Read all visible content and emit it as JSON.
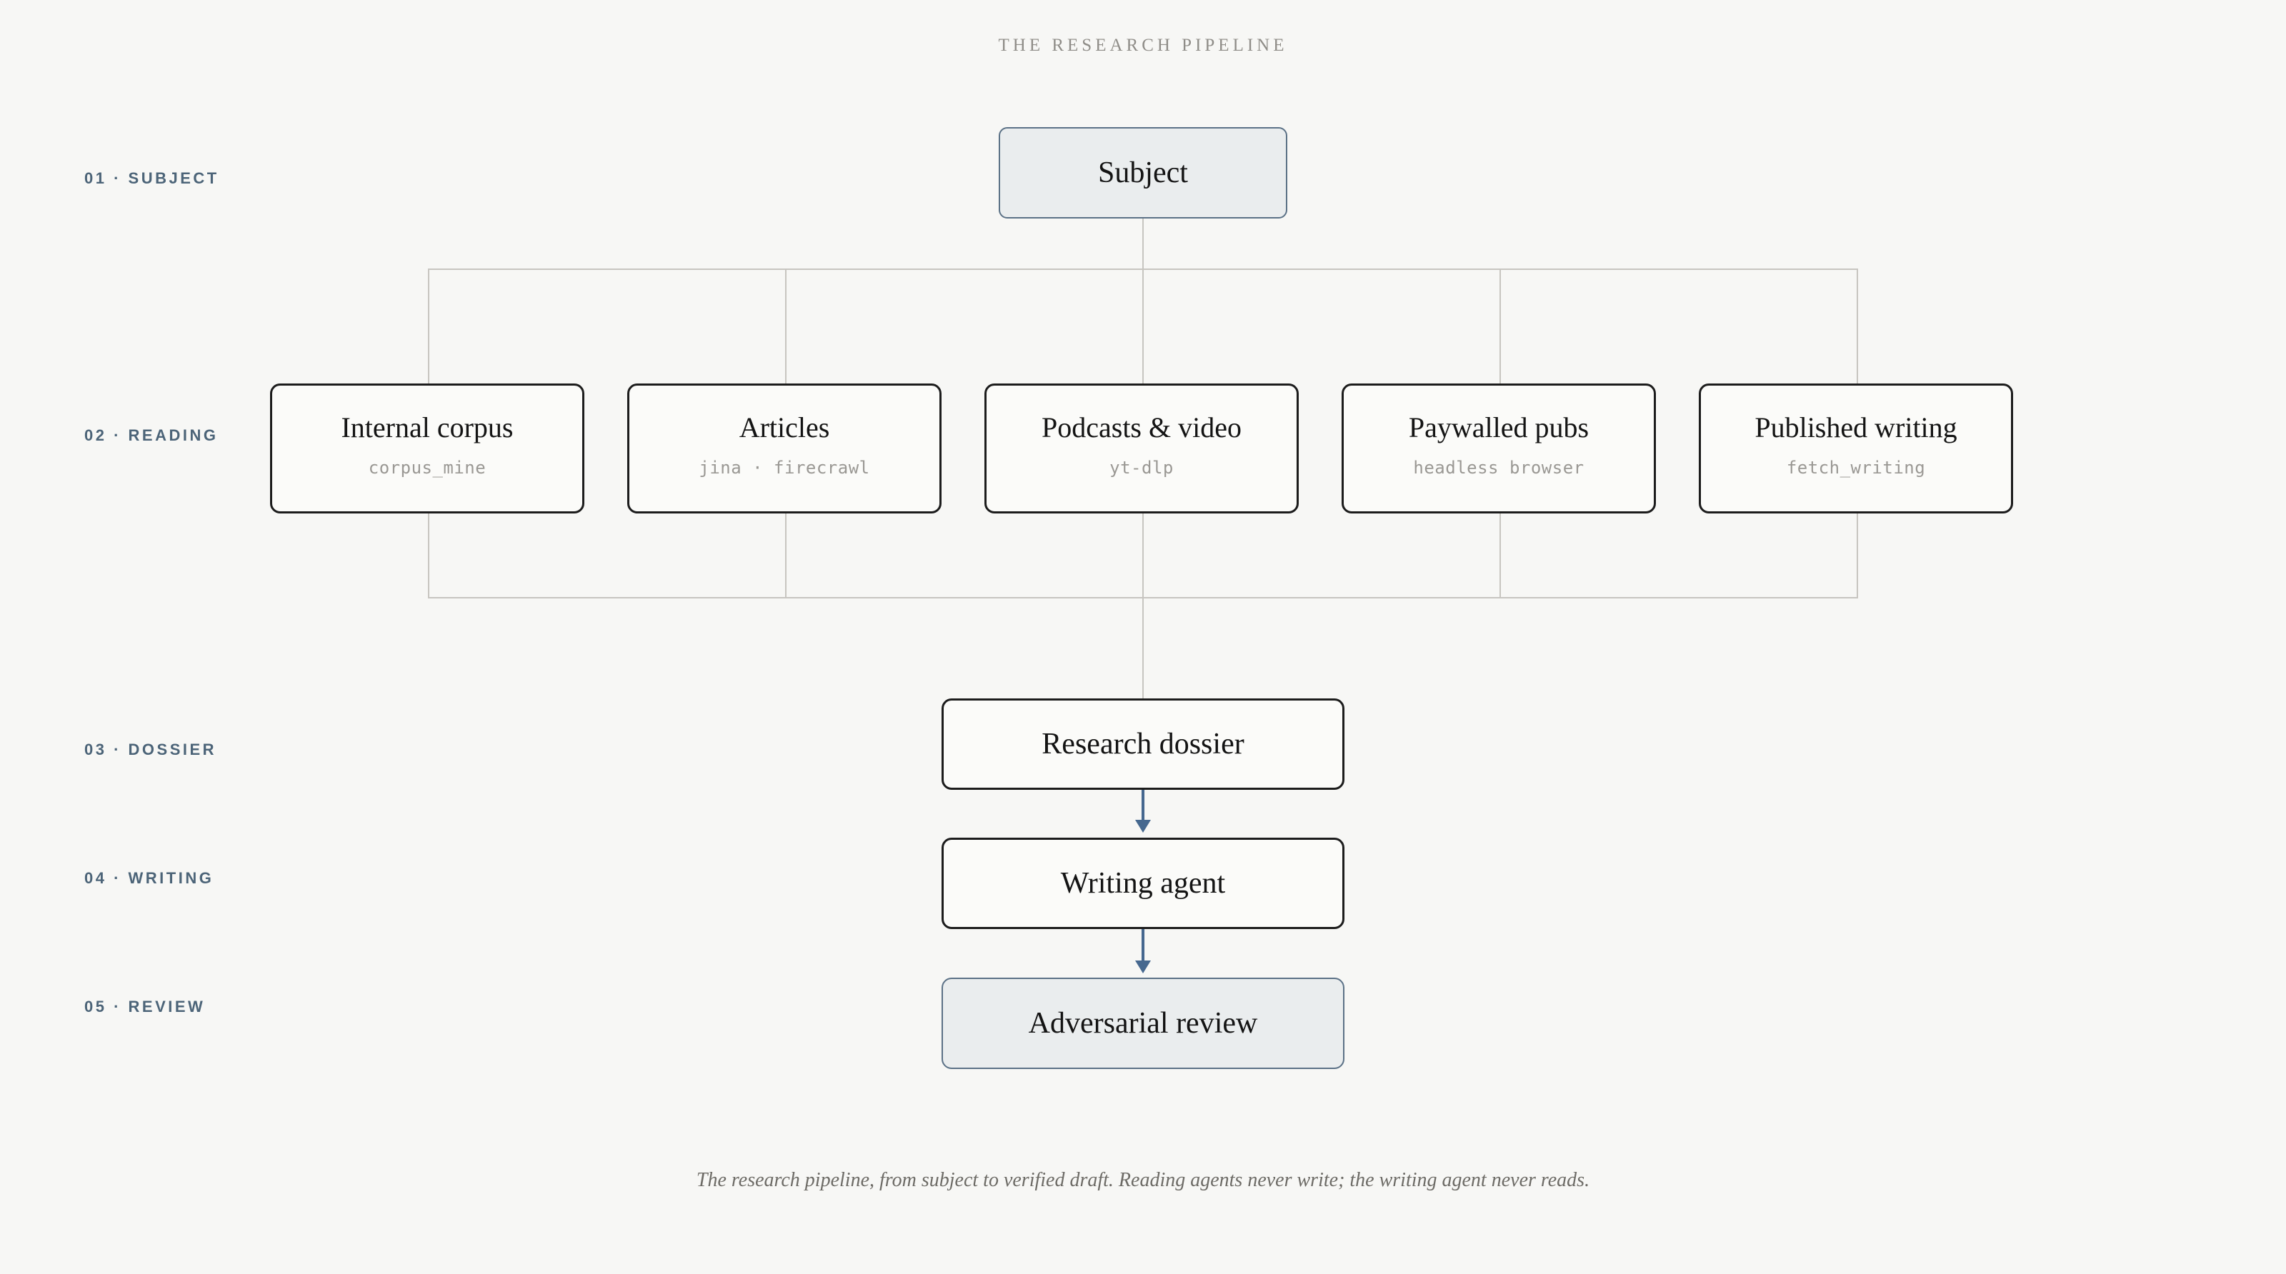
{
  "title": "THE RESEARCH PIPELINE",
  "stages": [
    {
      "number": "01",
      "name": "SUBJECT",
      "label": "01 · SUBJECT"
    },
    {
      "number": "02",
      "name": "READING",
      "label": "02 · READING"
    },
    {
      "number": "03",
      "name": "DOSSIER",
      "label": "03 · DOSSIER"
    },
    {
      "number": "04",
      "name": "WRITING",
      "label": "04 · WRITING"
    },
    {
      "number": "05",
      "name": "REVIEW",
      "label": "05 · REVIEW"
    }
  ],
  "nodes": {
    "subject": {
      "label": "Subject"
    },
    "reading": [
      {
        "label": "Internal corpus",
        "tool": "corpus_mine"
      },
      {
        "label": "Articles",
        "tool": "jina · firecrawl"
      },
      {
        "label": "Podcasts & video",
        "tool": "yt-dlp"
      },
      {
        "label": "Paywalled pubs",
        "tool": "headless browser"
      },
      {
        "label": "Published writing",
        "tool": "fetch_writing"
      }
    ],
    "dossier": {
      "label": "Research dossier"
    },
    "writing": {
      "label": "Writing agent"
    },
    "review": {
      "label": "Adversarial review"
    }
  },
  "caption": "The research pipeline, from subject to verified draft. Reading agents never write; the writing agent never reads.",
  "colors": {
    "background": "#f7f7f5",
    "node_fill": "#fbfbf9",
    "node_border": "#1c1c1c",
    "node_text": "#141414",
    "highlight_fill": "#eaedee",
    "highlight_border": "#5b7186",
    "connector": "#c7c5c0",
    "accent_arrow": "#46688f",
    "stage_label": "#4c6478",
    "title_text": "#8f8d88",
    "muted_text": "#9a9894",
    "caption_text": "#6d6b66"
  }
}
